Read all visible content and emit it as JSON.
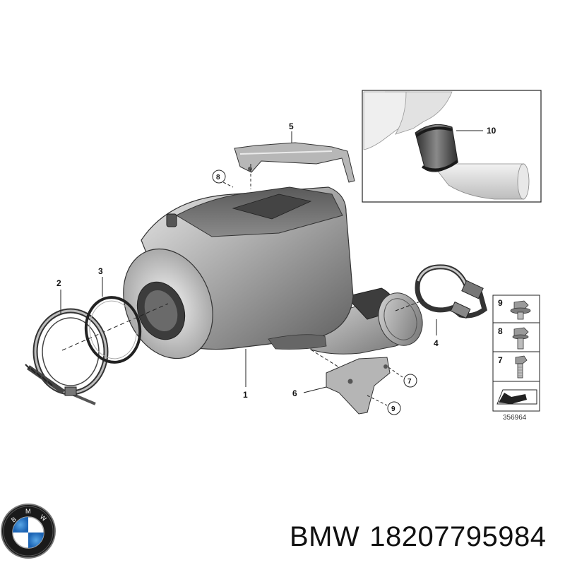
{
  "diagram": {
    "callouts": {
      "c1": "1",
      "c2": "2",
      "c3": "3",
      "c4": "4",
      "c5": "5",
      "c6": "6",
      "c7": "7",
      "c8": "8",
      "c9": "9",
      "c10": "10"
    },
    "legend": {
      "items": [
        "9",
        "8",
        "7"
      ],
      "ref_number": "356964"
    }
  },
  "caption": {
    "brand": "BMW",
    "part_number": "18207795984"
  },
  "colors": {
    "metal_dark": "#4a4a4a",
    "metal_mid": "#8c8c8c",
    "metal_light": "#d6d6d6",
    "line": "#222222"
  },
  "logo": {
    "lettering": "BMW"
  }
}
